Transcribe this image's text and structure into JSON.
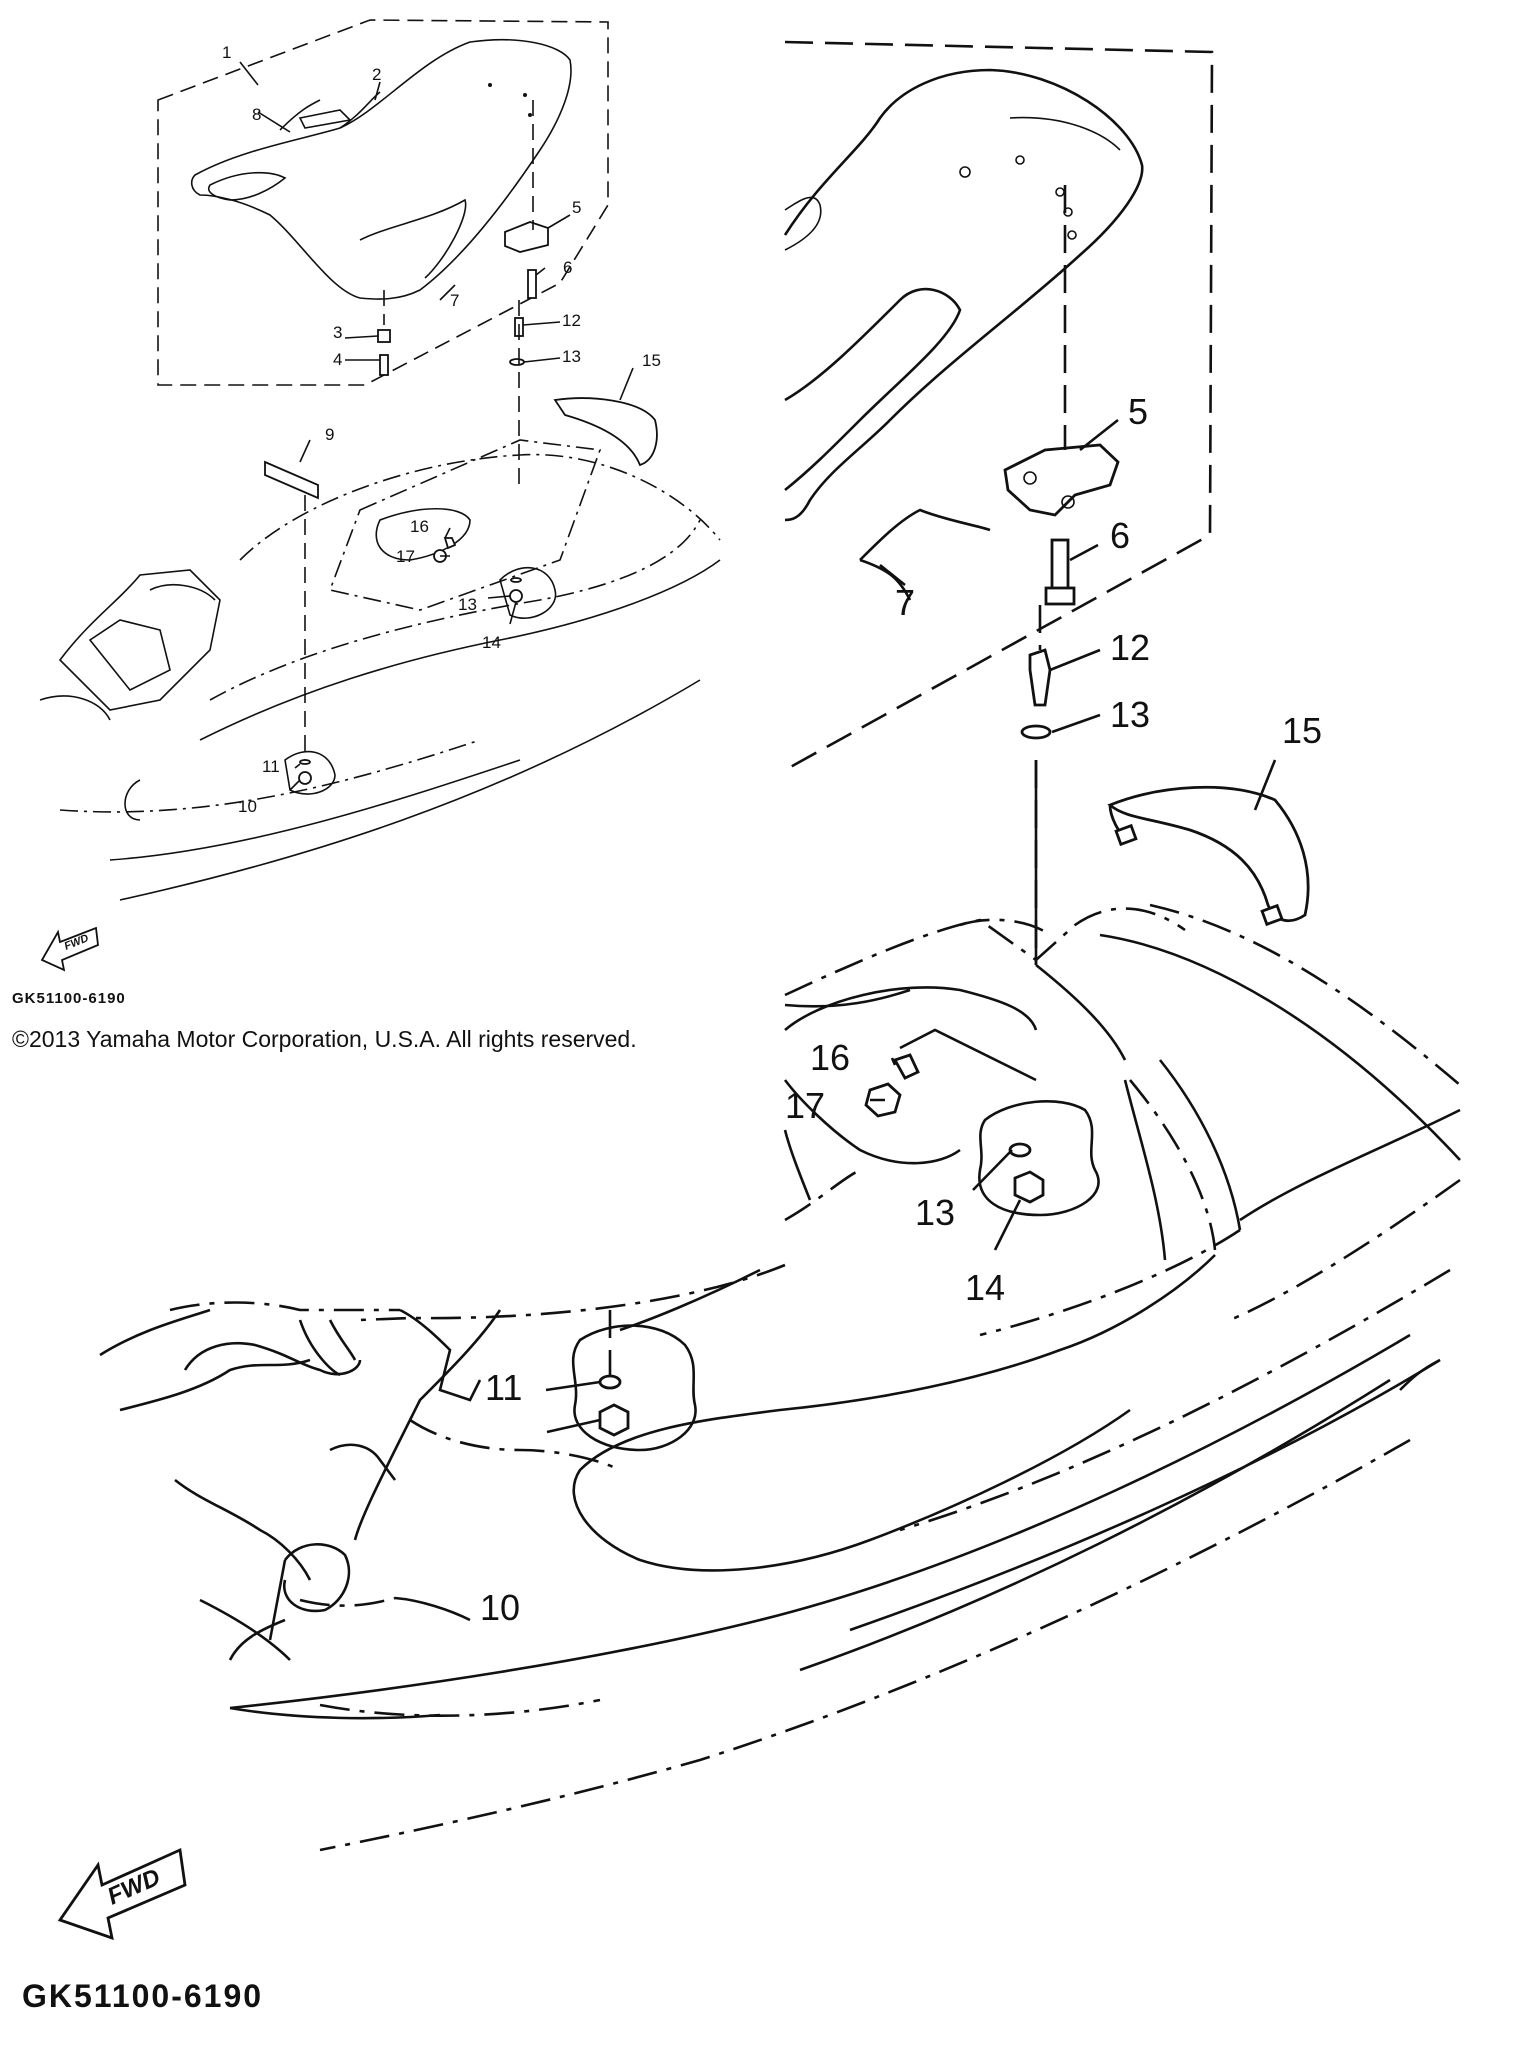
{
  "small_view": {
    "callouts": [
      "1",
      "2",
      "3",
      "4",
      "5",
      "6",
      "7",
      "8",
      "9",
      "10",
      "11",
      "12",
      "13",
      "14",
      "15",
      "16",
      "17",
      "13"
    ],
    "fwd_label": "FWD",
    "code": "GK51100-6190"
  },
  "copyright": "©2013 Yamaha Motor Corporation, U.S.A. All rights reserved.",
  "large_view": {
    "callouts": [
      "5",
      "6",
      "7",
      "12",
      "13",
      "15",
      "16",
      "17",
      "13",
      "14",
      "11",
      "10"
    ],
    "fwd_label": "FWD",
    "code": "GK51100-6190"
  }
}
